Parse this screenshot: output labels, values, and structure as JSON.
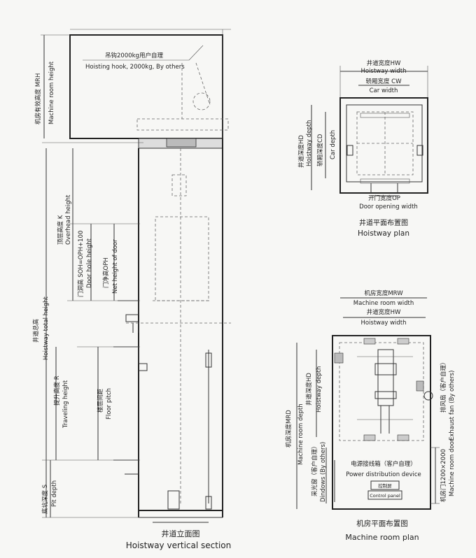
{
  "vertical_section": {
    "mrh": "机房有效高度 MRH",
    "mrh_en": "Machine room height",
    "hook_cn": "吊钩2000kg用户自理",
    "hook_en": "Hoisting hook, 2000kg, By others",
    "overhead_cn": "顶层高度 K",
    "overhead_en": "Overhead height",
    "soh_cn": "门洞高 SOH=OPH+100",
    "soh_en": "Door hole height",
    "oph_cn": "门净高OPH",
    "oph_en": "Net height of door",
    "total_cn": "井道总高",
    "total_en": "Hoistway total height",
    "travel_cn": "提升高度 R",
    "travel_en": "Traveling height",
    "floor_cn": "楼层间距",
    "floor_en": "Floor pitch",
    "pit_cn": "底坑深度 S",
    "pit_en": "Pit depth",
    "title_cn": "井道立面图",
    "title_en": "Hoistway vertical section"
  },
  "hoistway_plan": {
    "hw_cn": "井道宽度HW",
    "hw_en": "Hoistway width",
    "cw_cn": "轿厢宽度 CW",
    "cw_en": "Car width",
    "hd_cn": "井道深度HD",
    "hd_en": "Hoistway depth",
    "cd_cn": "轿厢深度CD",
    "cd_en": "Car depth",
    "op_cn": "开门宽度OP",
    "op_en": "Door opening width",
    "title_cn": "井道平面布置图",
    "title_en": "Hoistway plan"
  },
  "machine_room_plan": {
    "mrw_cn": "机房宽度MRW",
    "mrw_en": "Machine room width",
    "hw_cn": "井道宽度HW",
    "hw_en": "Hoistway width",
    "mrd_cn": "机房深度MRD",
    "mrd_en": "Machine room depth",
    "hd_cn": "井道深度HD",
    "hd_en": "Hoistway depth",
    "window_cn": "采光窗（客户自理）",
    "window_en": "Dindows (By others)",
    "power_cn": "电源接线箱（客户自理）",
    "power_en": "Power distribution device",
    "panel_cn": "控制屏",
    "panel_en": "Control panel",
    "fan_cn": "排风扇（客户自理）",
    "fan_en": "Exhaust fan (By others)",
    "door_cn": "机房门1200×2000",
    "door_en": "Machine room door",
    "title_cn": "机房平面布置图",
    "title_en": "Machine room plan"
  }
}
